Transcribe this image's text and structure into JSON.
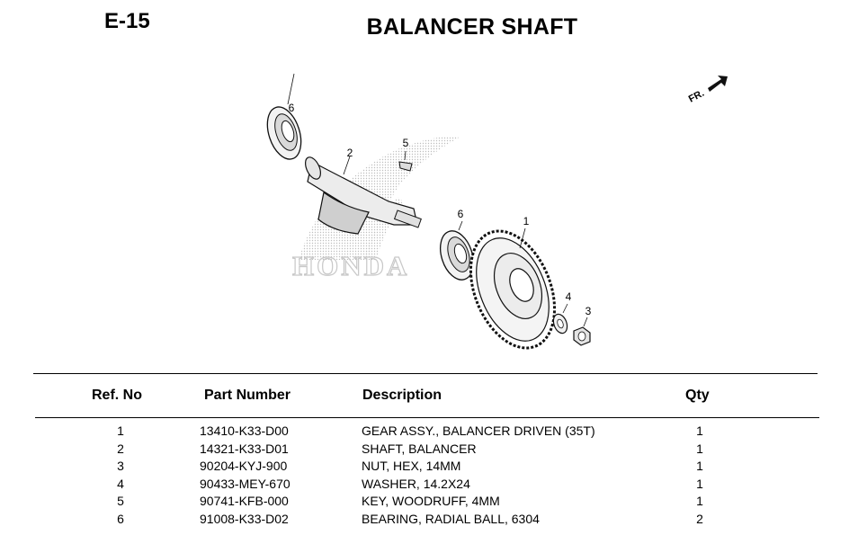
{
  "page": {
    "code": "E-15",
    "title": "BALANCER SHAFT"
  },
  "diagram": {
    "direction_label": "FR.",
    "watermark": "HONDA",
    "callouts": [
      "6",
      "2",
      "5",
      "6",
      "1",
      "4",
      "3"
    ]
  },
  "table": {
    "headers": {
      "ref": "Ref. No",
      "part": "Part Number",
      "desc": "Description",
      "qty": "Qty"
    },
    "rows": [
      {
        "ref": "1",
        "part": "13410-K33-D00",
        "desc": "GEAR ASSY., BALANCER DRIVEN (35T)",
        "qty": "1"
      },
      {
        "ref": "2",
        "part": "14321-K33-D01",
        "desc": "SHAFT, BALANCER",
        "qty": "1"
      },
      {
        "ref": "3",
        "part": "90204-KYJ-900",
        "desc": "NUT, HEX, 14MM",
        "qty": "1"
      },
      {
        "ref": "4",
        "part": "90433-MEY-670",
        "desc": "WASHER, 14.2X24",
        "qty": "1"
      },
      {
        "ref": "5",
        "part": "90741-KFB-000",
        "desc": "KEY, WOODRUFF, 4MM",
        "qty": "1"
      },
      {
        "ref": "6",
        "part": "91008-K33-D02",
        "desc": "BEARING, RADIAL BALL, 6304",
        "qty": "2"
      }
    ]
  }
}
